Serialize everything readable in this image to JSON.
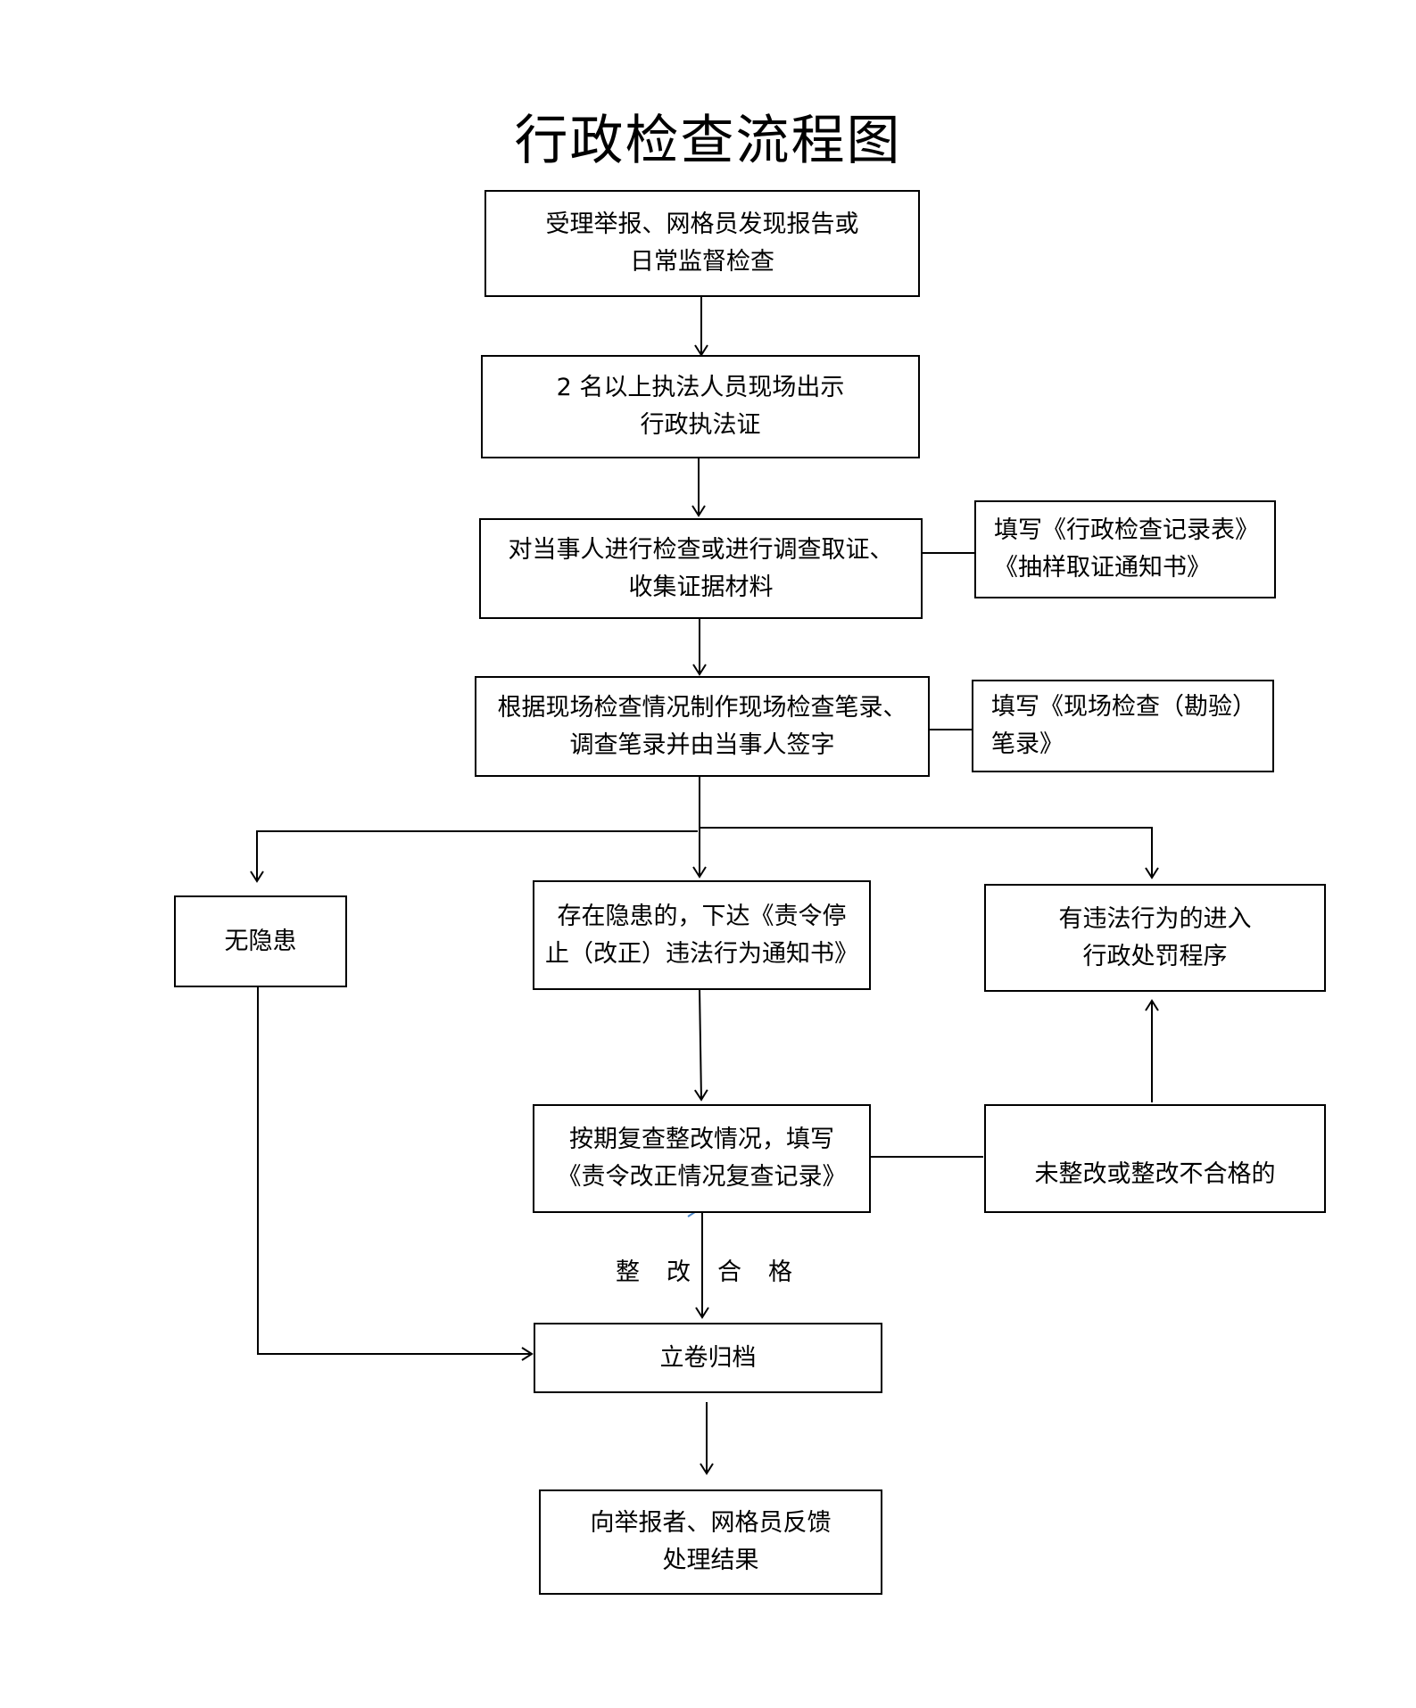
{
  "title": "行政检查流程图",
  "nodes": {
    "start": {
      "line1": "受理举报、网格员发现报告或",
      "line2": "日常监督检查"
    },
    "show_cert": {
      "line1": "2 名以上执法人员现场出示",
      "line2": "行政执法证"
    },
    "inspect": {
      "line1": "对当事人进行检查或进行调查取证、",
      "line2": "收集证据材料"
    },
    "inspect_note": {
      "line1": "填写《行政检查记录表》",
      "line2": "《抽样取证通知书》"
    },
    "record": {
      "line1": "根据现场检查情况制作现场检查笔录、",
      "line2": "调查笔录并由当事人签字"
    },
    "record_note": {
      "line1": "填写《现场检查（勘验）",
      "line2": "笔录》"
    },
    "no_hazard": {
      "line1": "无隐患"
    },
    "hazard": {
      "line1": "存在隐患的，下达《责令停",
      "line2": "止（改正）违法行为通知书》"
    },
    "penalty": {
      "line1": "有违法行为的进入",
      "line2": "行政处罚程序"
    },
    "review": {
      "line1": "按期复查整改情况，填写",
      "line2": "《责令改正情况复查记录》"
    },
    "fail": {
      "line1": "未整改或整改不合格的"
    },
    "archive": {
      "line1": "立卷归档"
    },
    "feedback": {
      "line1": "向举报者、网格员反馈",
      "line2": "处理结果"
    }
  },
  "edge_labels": {
    "pass": "整改合格"
  },
  "colors": {
    "line": "#000000",
    "accent_arrow": "#4a86c8"
  }
}
